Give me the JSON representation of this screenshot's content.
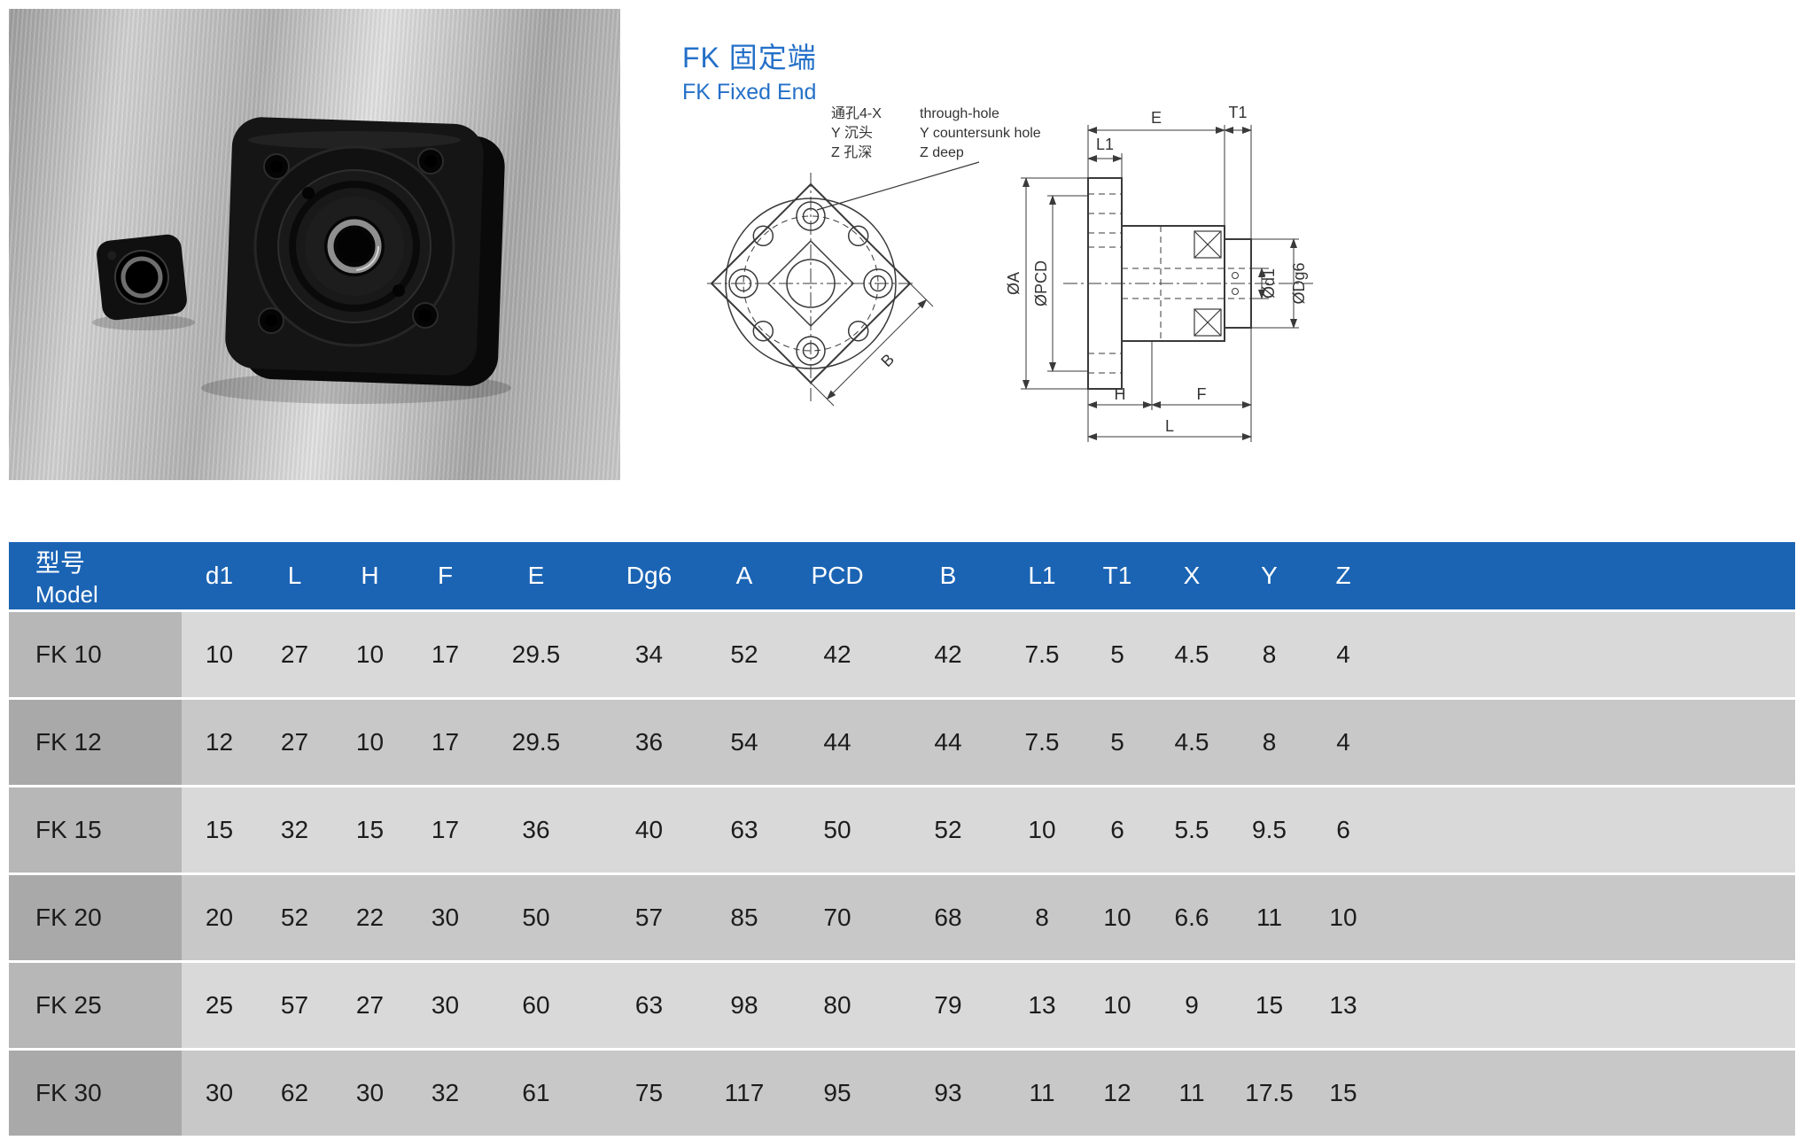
{
  "colors": {
    "title_blue": "#2470c8",
    "table_header_blue": "#1b64b4",
    "drawing_line": "#3a3a3a"
  },
  "header": {
    "title_zh": "FK 固定端",
    "title_en": "FK Fixed End"
  },
  "callout": {
    "rows": [
      {
        "zh": "通孔4-X",
        "en": "through-hole"
      },
      {
        "zh": "Y 沉头",
        "en": "Y countersunk hole"
      },
      {
        "zh": "Z 孔深",
        "en": "Z deep"
      }
    ]
  },
  "front_view": {
    "dim_b": "B"
  },
  "side_view": {
    "dim_a": "ØA",
    "dim_pcd": "ØPCD",
    "dim_e": "E",
    "dim_t1": "T1",
    "dim_l1": "L1",
    "dim_d1": "Ød1",
    "dim_dg6": "ØDg6",
    "dim_h": "H",
    "dim_f": "F",
    "dim_l": "L"
  },
  "table": {
    "model_header_zh": "型号",
    "model_header_en": "Model",
    "columns": [
      "d1",
      "L",
      "H",
      "F",
      "E",
      "Dg6",
      "A",
      "PCD",
      "B",
      "L1",
      "T1",
      "X",
      "Y",
      "Z"
    ],
    "rows": [
      {
        "model": "FK 10",
        "values": [
          "10",
          "27",
          "10",
          "17",
          "29.5",
          "34",
          "52",
          "42",
          "42",
          "7.5",
          "5",
          "4.5",
          "8",
          "4"
        ]
      },
      {
        "model": "FK 12",
        "values": [
          "12",
          "27",
          "10",
          "17",
          "29.5",
          "36",
          "54",
          "44",
          "44",
          "7.5",
          "5",
          "4.5",
          "8",
          "4"
        ]
      },
      {
        "model": "FK 15",
        "values": [
          "15",
          "32",
          "15",
          "17",
          "36",
          "40",
          "63",
          "50",
          "52",
          "10",
          "6",
          "5.5",
          "9.5",
          "6"
        ]
      },
      {
        "model": "FK 20",
        "values": [
          "20",
          "52",
          "22",
          "30",
          "50",
          "57",
          "85",
          "70",
          "68",
          "8",
          "10",
          "6.6",
          "11",
          "10"
        ]
      },
      {
        "model": "FK 25",
        "values": [
          "25",
          "57",
          "27",
          "30",
          "60",
          "63",
          "98",
          "80",
          "79",
          "13",
          "10",
          "9",
          "15",
          "13"
        ]
      },
      {
        "model": "FK 30",
        "values": [
          "30",
          "62",
          "30",
          "32",
          "61",
          "75",
          "117",
          "95",
          "93",
          "11",
          "12",
          "11",
          "17.5",
          "15"
        ]
      }
    ]
  }
}
